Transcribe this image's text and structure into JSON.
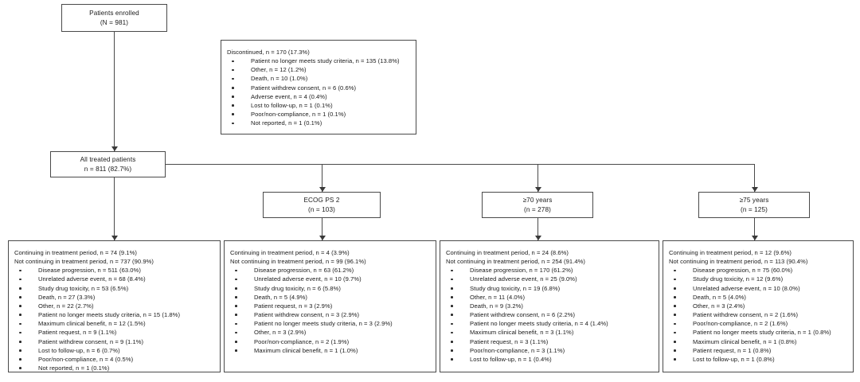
{
  "figure": {
    "type": "patient-disposition-flow-diagram"
  },
  "nodes": {
    "enrolled": {
      "line1": "Patients enrolled",
      "line2": "(N = 981)"
    },
    "all_treated": {
      "line1": "All treated patients",
      "line2": "n = 811 (82.7%)"
    },
    "ecog": {
      "line1": "ECOG PS 2",
      "line2": "(n = 103)"
    },
    "age70": {
      "line1": "≥70 years",
      "line2": "(n = 278)"
    },
    "age75": {
      "line1": "≥75 years",
      "line2": "(n = 125)"
    }
  },
  "discontinued": {
    "heading": "Discontinued, n = 170 (17.3%)",
    "items": [
      "Patient no longer meets study criteria, n = 135 (13.8%)",
      "Other, n = 12 (1.2%)",
      "Death, n = 10 (1.0%)",
      "Patient withdrew consent, n = 6 (0.6%)",
      "Adverse event, n = 4 (0.4%)",
      "Lost to follow-up, n = 1 (0.1%)",
      "Poor/non-compliance, n = 1 (0.1%)",
      "Not reported, n = 1 (0.1%)"
    ]
  },
  "outcomes": {
    "all_treated": {
      "continuing": "Continuing in treatment period, n = 74 (9.1%)",
      "not_continuing": "Not continuing in treatment period, n = 737 (90.9%)",
      "reasons": [
        "Disease progression, n = 511 (63.0%)",
        "Unrelated adverse event, n = 68 (8.4%)",
        "Study drug toxicity, n = 53 (6.5%)",
        "Death, n = 27 (3.3%)",
        "Other, n = 22 (2.7%)",
        "Patient no longer meets study criteria, n = 15 (1.8%)",
        "Maximum clinical benefit, n = 12 (1.5%)",
        "Patient request, n = 9 (1.1%)",
        "Patient withdrew consent, n = 9 (1.1%)",
        "Lost to follow-up, n = 6 (0.7%)",
        "Poor/non-compliance, n = 4 (0.5%)",
        "Not reported, n = 1 (0.1%)"
      ]
    },
    "ecog": {
      "continuing": "Continuing in treatment period, n = 4 (3.9%)",
      "not_continuing": "Not continuing in treatment period, n = 99 (96.1%)",
      "reasons": [
        "Disease progression, n = 63 (61.2%)",
        "Unrelated adverse event, n = 10 (9.7%)",
        "Study drug toxicity, n = 6 (5.8%)",
        "Death, n = 5 (4.9%)",
        "Patient request, n = 3 (2.9%)",
        "Patient withdrew consent, n = 3 (2.9%)",
        "Patient no longer meets study criteria, n = 3 (2.9%)",
        "Other, n = 3 (2.9%)",
        "Poor/non-compliance, n = 2 (1.9%)",
        "Maximum clinical benefit, n = 1 (1.0%)"
      ]
    },
    "age70": {
      "continuing": "Continuing in treatment period, n = 24 (8.6%)",
      "not_continuing": "Not continuing in treatment period, n = 254 (91.4%)",
      "reasons": [
        "Disease progression, n = 170 (61.2%)",
        "Unrelated adverse event, n = 25 (9.0%)",
        "Study drug toxicity, n = 19 (6.8%)",
        "Other, n = 11 (4.0%)",
        "Death, n = 9 (3.2%)",
        "Patient withdrew consent, n = 6 (2.2%)",
        "Patient no longer meets study criteria, n = 4 (1.4%)",
        "Maximum clinical benefit, n = 3 (1.1%)",
        "Patient request, n = 3 (1.1%)",
        "Poor/non-compliance, n = 3 (1.1%)",
        "Lost to follow-up, n = 1 (0.4%)"
      ]
    },
    "age75": {
      "continuing": "Continuing in treatment period, n = 12 (9.6%)",
      "not_continuing": "Not continuing in treatment period, n = 113 (90.4%)",
      "reasons": [
        "Disease progression, n = 75 (60.0%)",
        "Study drug toxicity, n = 12 (9.6%)",
        "Unrelated adverse event, n = 10 (8.0%)",
        "Death, n = 5 (4.0%)",
        "Other, n = 3 (2.4%)",
        "Patient withdrew consent, n = 2 (1.6%)",
        "Poor/non-compliance, n = 2 (1.6%)",
        "Patient no longer meets study criteria, n = 1 (0.8%)",
        "Maximum clinical benefit, n = 1 (0.8%)",
        "Patient request, n = 1 (0.8%)",
        "Lost to follow-up, n = 1 (0.8%)"
      ]
    }
  }
}
